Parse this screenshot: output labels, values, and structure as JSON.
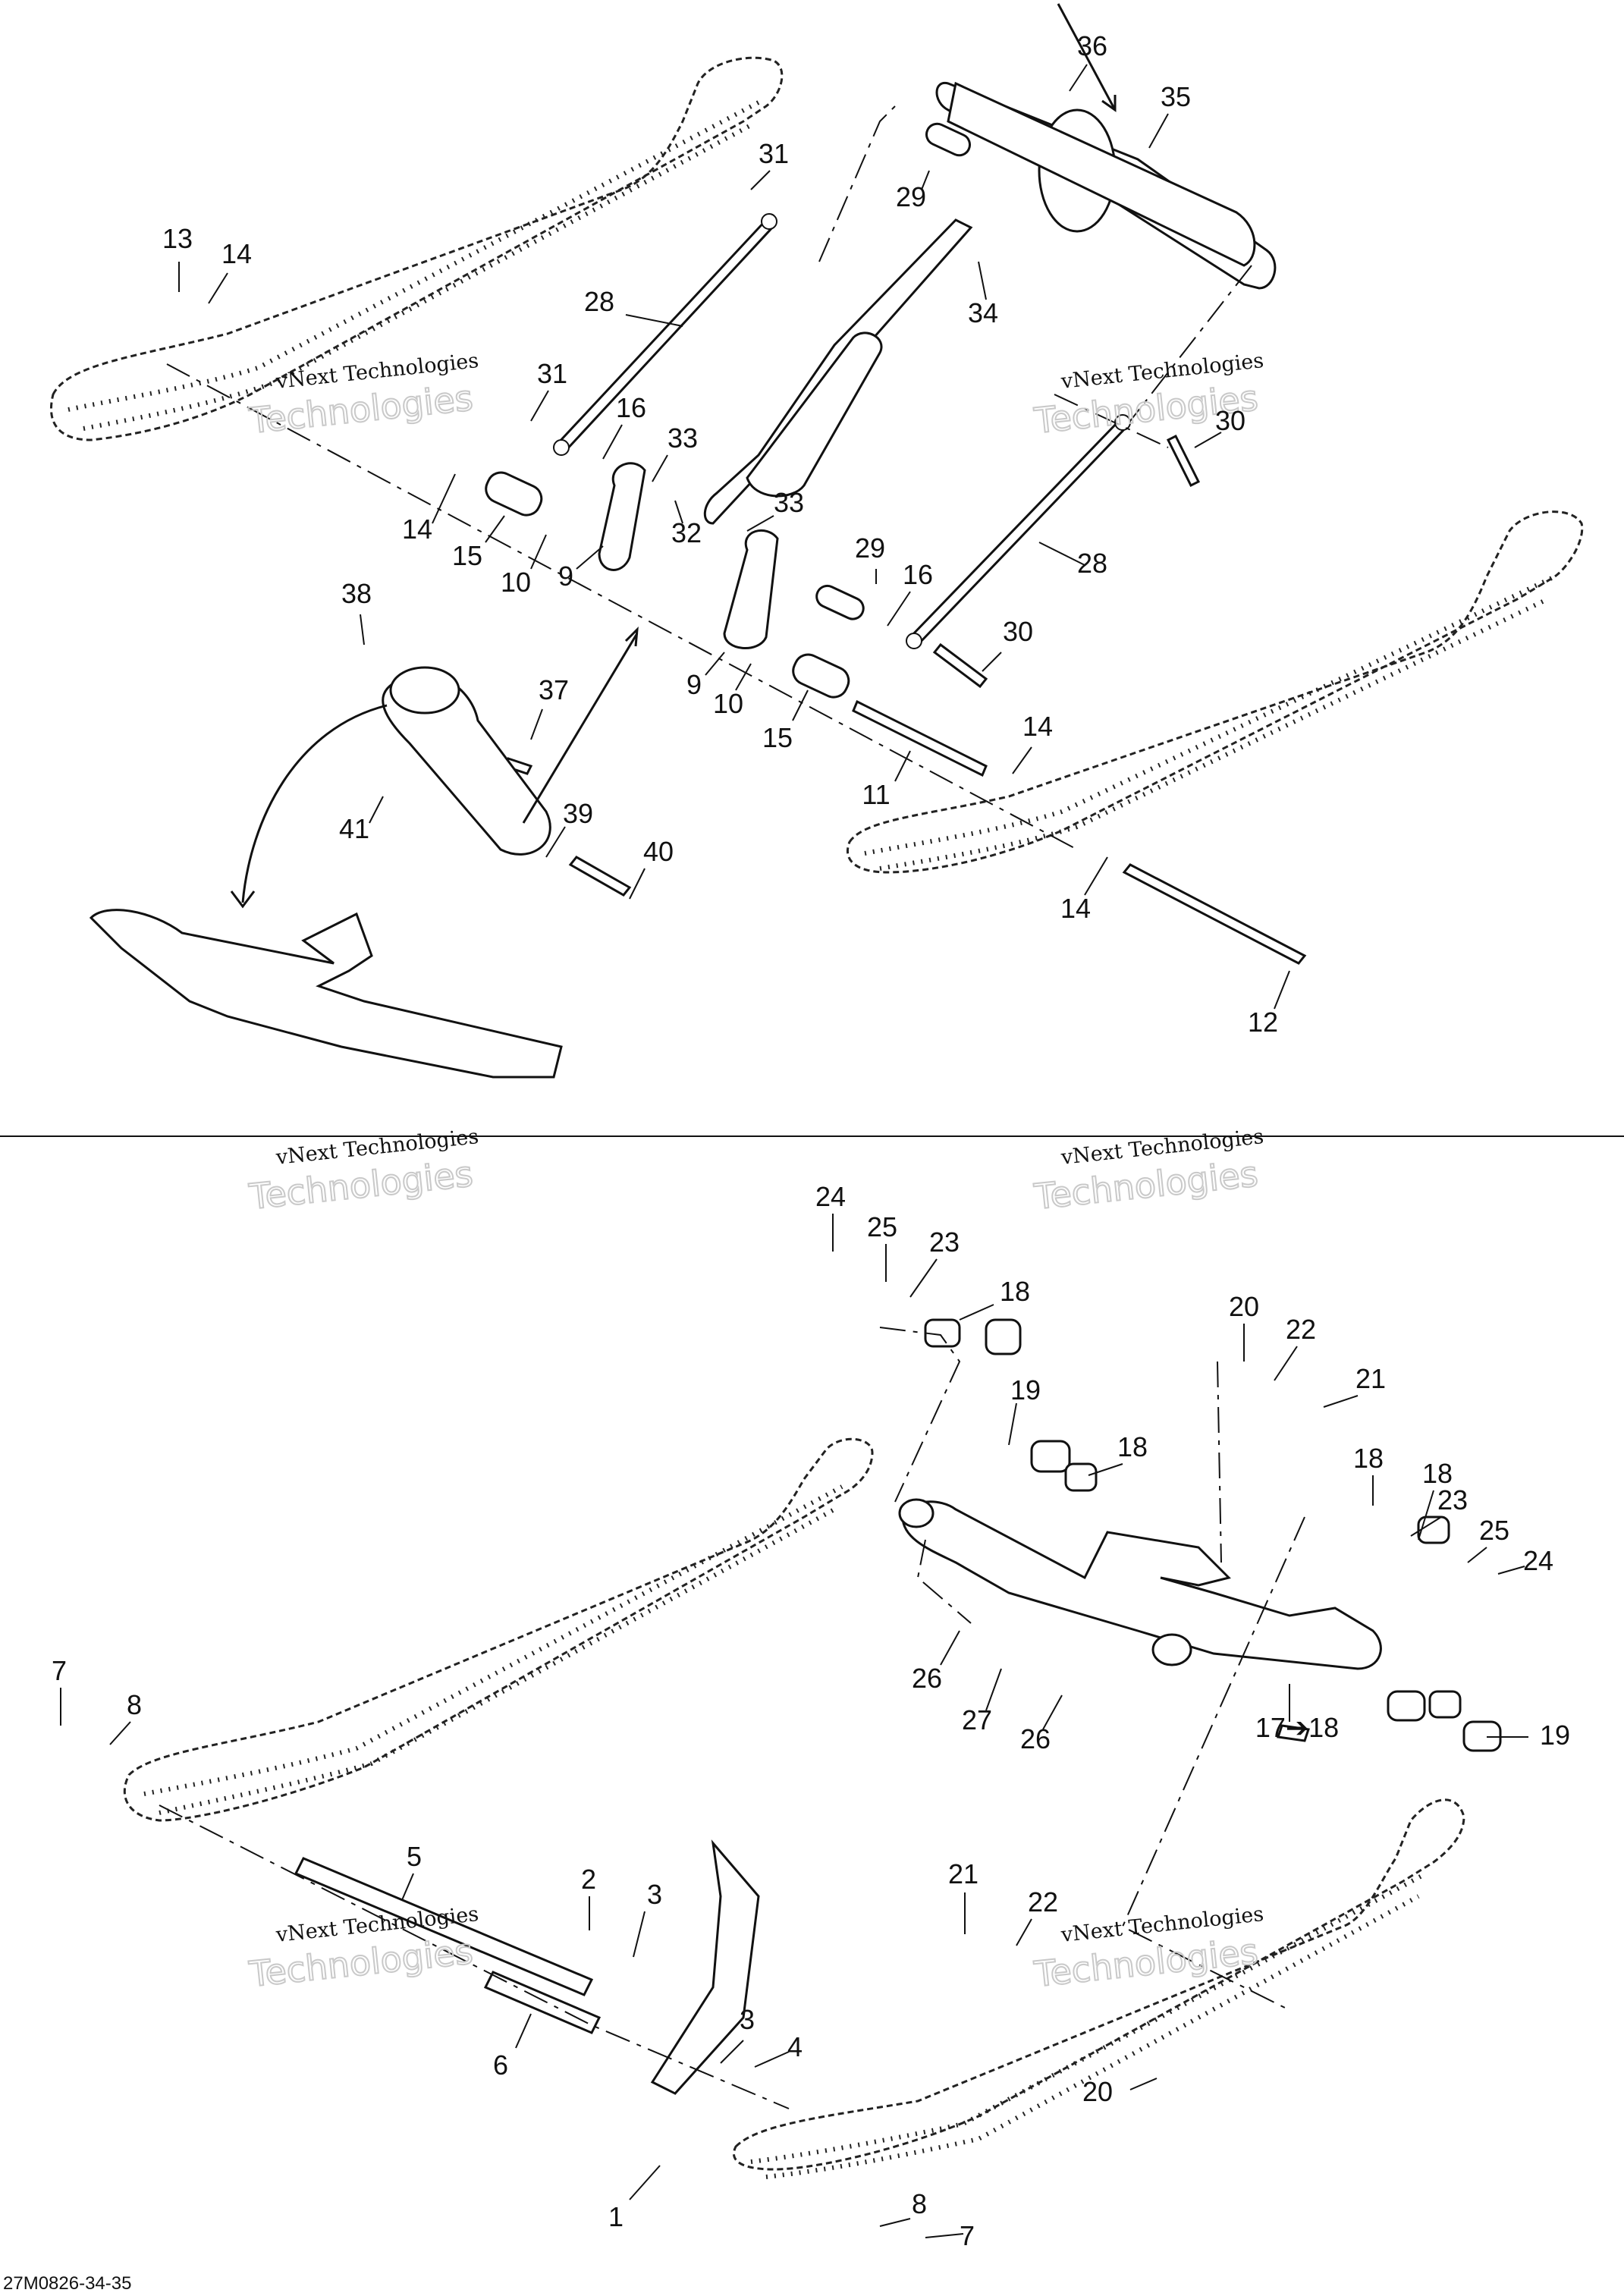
{
  "figure": {
    "code": "27M0826-34-35",
    "watermark": {
      "line1": "vNext Technologies",
      "line2": "Technologies"
    },
    "callouts": [
      "1",
      "2",
      "3",
      "4",
      "5",
      "6",
      "7",
      "8",
      "9",
      "10",
      "11",
      "12",
      "13",
      "14",
      "15",
      "16",
      "17",
      "17➔18",
      "18",
      "19",
      "20",
      "21",
      "22",
      "23",
      "24",
      "25",
      "26",
      "27",
      "28",
      "29",
      "30",
      "31",
      "32",
      "33",
      "34",
      "35",
      "36",
      "37",
      "38",
      "39",
      "40",
      "41"
    ]
  }
}
